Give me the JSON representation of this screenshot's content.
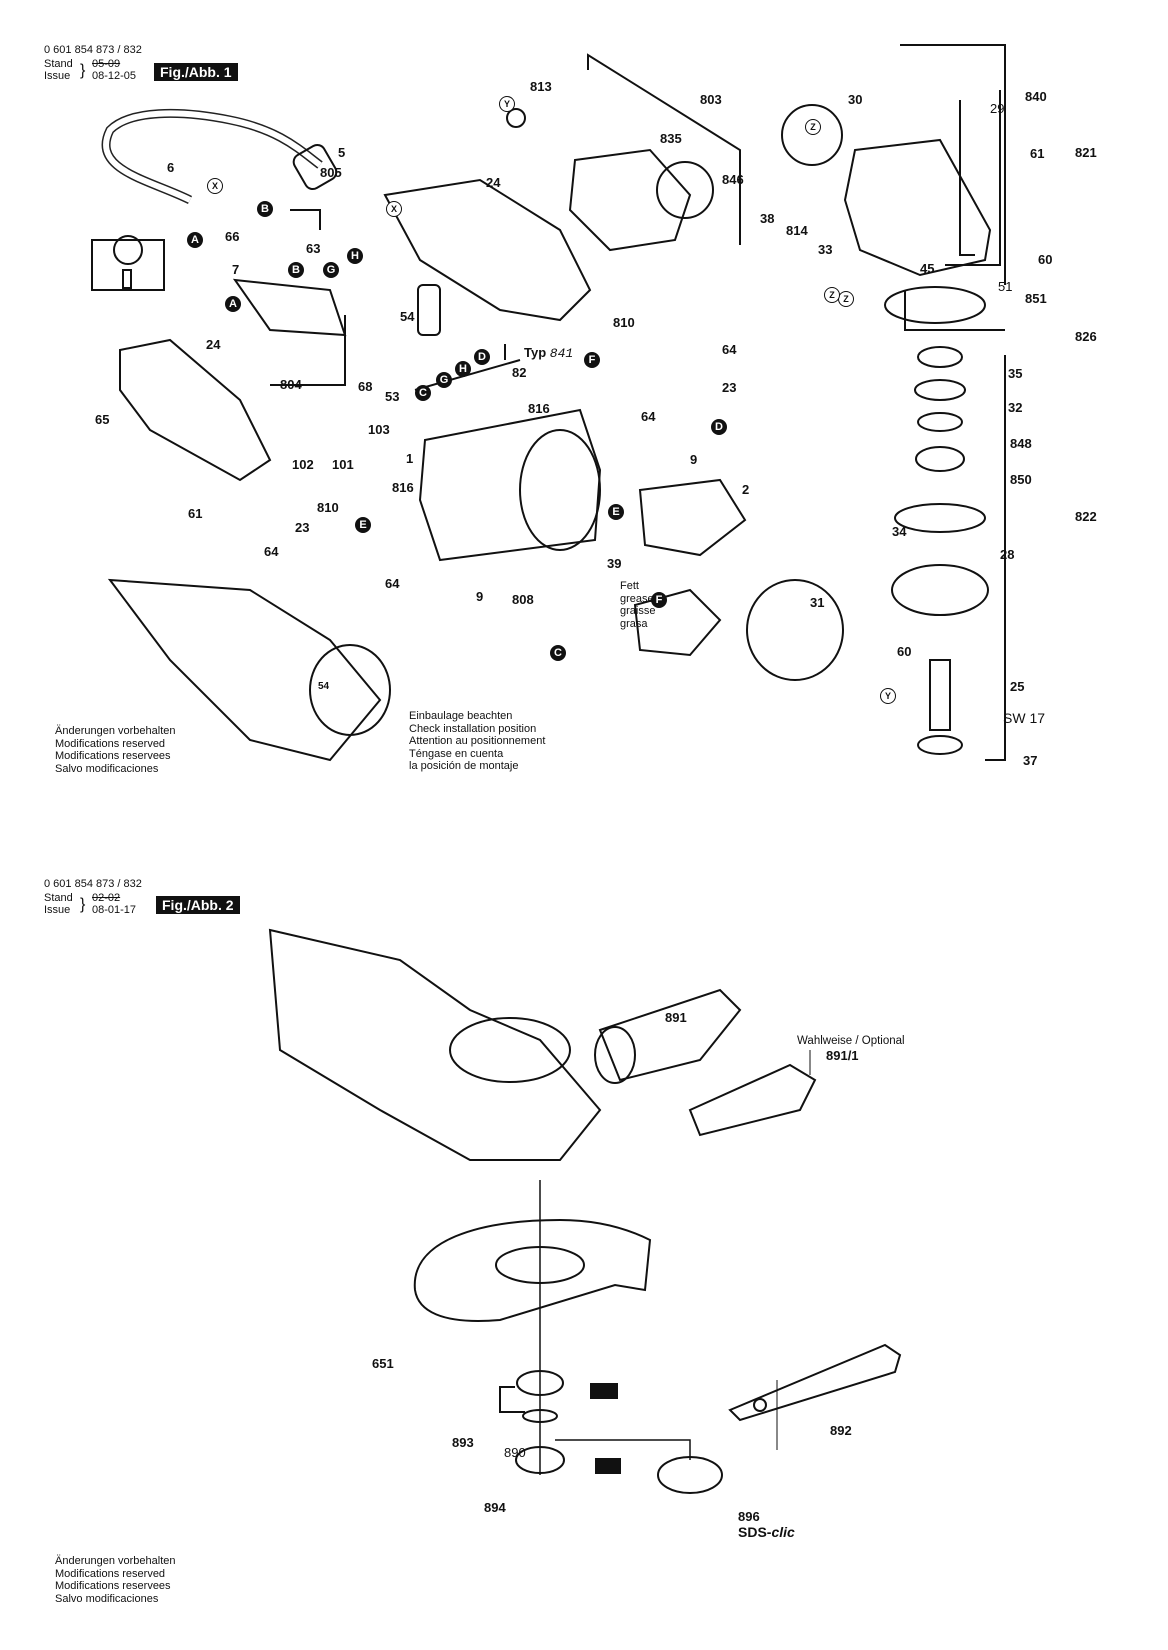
{
  "sheets": [
    {
      "part_number": "0 601 854 873 / 832",
      "stand_label": "Stand",
      "stand_value": "05-09",
      "issue_label": "Issue",
      "issue_value": "08-12-05",
      "figure": "Fig./Abb. 1",
      "labels": {
        "p813": "813",
        "p803": "803",
        "p835": "835",
        "p30": "30",
        "p840": "840",
        "p29": "29",
        "p821": "821",
        "p61a": "61",
        "p5": "5",
        "p805": "805",
        "p6": "6",
        "p24a": "24",
        "p846": "846",
        "p38": "38",
        "p814": "814",
        "p33": "33",
        "p66": "66",
        "p63": "63",
        "p7": "7",
        "p60a": "60",
        "p51": "51",
        "p45": "45",
        "p851": "851",
        "p54": "54",
        "p810a": "810",
        "p64a": "64",
        "p826": "826",
        "p24b": "24",
        "p804": "804",
        "p68": "68",
        "p53": "53",
        "typ": "Typ",
        "typ_value": "841",
        "p82": "82",
        "p23a": "23",
        "p35": "35",
        "p65": "65",
        "p816a": "816",
        "p64b": "64",
        "p32": "32",
        "p103": "103",
        "p848": "848",
        "p102": "102",
        "p101": "101",
        "p1": "1",
        "p9a": "9",
        "p850": "850",
        "p2": "2",
        "p61b": "61",
        "p816b": "816",
        "p810b": "810",
        "p822": "822",
        "p34": "34",
        "p28": "28",
        "p23b": "23",
        "p64c": "64",
        "p64d": "64",
        "p39": "39",
        "p9b": "9",
        "p808": "808",
        "p31": "31",
        "p60b": "60",
        "p25": "25",
        "sw17": "SW 17",
        "p37": "37",
        "p54b": "54"
      },
      "bubbles": {
        "A": "A",
        "B": "B",
        "C": "C",
        "D": "D",
        "E": "E",
        "F": "F",
        "G": "G",
        "H": "H",
        "X": "X",
        "Y": "Y",
        "Z": "Z"
      },
      "grease_note": [
        "Fett",
        "grease",
        "graisse",
        "grasa"
      ],
      "install_note": [
        "Einbaulage beachten",
        "Check installation position",
        "Attention au positionnement",
        "Téngase en cuenta",
        "la posición de montaje"
      ],
      "modifications_note": [
        "Änderungen vorbehalten",
        "Modifications reserved",
        "Modifications reservees",
        "Salvo modificaciones"
      ]
    },
    {
      "part_number": "0 601 854 873 / 832",
      "stand_label": "Stand",
      "stand_value": "02-02",
      "issue_label": "Issue",
      "issue_value": "08-01-17",
      "figure": "Fig./Abb. 2",
      "labels": {
        "p891": "891",
        "optional": "Wahlweise / Optional",
        "p891_1": "891/1",
        "p651": "651",
        "p892": "892",
        "p893": "893",
        "p890": "890",
        "p894": "894",
        "p896": "896",
        "sds_prefix": "SDS-",
        "sds_suffix": "clic"
      },
      "modifications_note": [
        "Änderungen vorbehalten",
        "Modifications reserved",
        "Modifications reservees",
        "Salvo modificaciones"
      ]
    }
  ]
}
